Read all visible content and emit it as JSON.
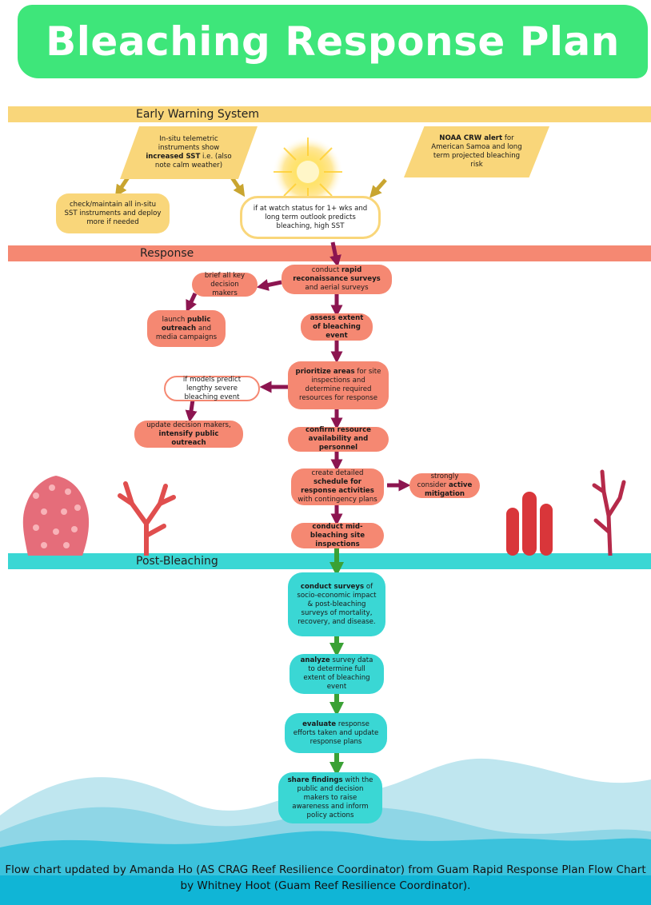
{
  "title": "Bleaching Response Plan",
  "sections": {
    "early_warning": "Early Warning System",
    "response": "Response",
    "post_bleaching": "Post-Bleaching"
  },
  "colors": {
    "title_green": "#3ee67a",
    "warning_yellow": "#f9d67a",
    "response_salmon": "#f58872",
    "post_cyan": "#3ad7d4",
    "arrow_maroon": "#8c1550",
    "arrow_green": "#3aa135",
    "arrow_gold": "#c9a530"
  },
  "nodes": {
    "insitu_instruments": [
      {
        "t": "In-situ telemetric instruments show "
      },
      {
        "t": "increased SST",
        "b": true
      },
      {
        "t": " i.e.  (also note calm weather)"
      }
    ],
    "noaa_alert": [
      {
        "t": "NOAA CRW alert",
        "b": true
      },
      {
        "t": " for American Samoa and long term projected bleaching risk"
      }
    ],
    "check_instruments": [
      {
        "t": "check/maintain all  in-situ SST  instruments and deploy more if needed"
      }
    ],
    "watch_status": [
      {
        "t": "if at watch status for 1+ wks and long term outlook predicts bleaching, high SST"
      }
    ],
    "rapid_recon": [
      {
        "t": "conduct "
      },
      {
        "t": "rapid reconaissance surveys",
        "b": true
      },
      {
        "t": " and aerial surveys"
      }
    ],
    "brief_decision": [
      {
        "t": "brief all key decision makers"
      }
    ],
    "launch_outreach": [
      {
        "t": "launch "
      },
      {
        "t": "public outreach",
        "b": true
      },
      {
        "t": " and media campaigns"
      }
    ],
    "assess_extent": [
      {
        "t": "assess extent of bleaching event",
        "b": true
      }
    ],
    "prioritize_areas": [
      {
        "t": "prioritize areas",
        "b": true
      },
      {
        "t": " for site inspections and determine required resources for response"
      }
    ],
    "models_predict": [
      {
        "t": "if models predict lengthy severe bleaching event"
      }
    ],
    "update_decision": [
      {
        "t": "update decision makers, "
      },
      {
        "t": "intensify public outreach",
        "b": true
      }
    ],
    "confirm_resource": [
      {
        "t": "confirm resource availability and personnel",
        "b": true
      }
    ],
    "create_schedule": [
      {
        "t": "create detailed "
      },
      {
        "t": "schedule for response activities",
        "b": true
      },
      {
        "t": " with contingency plans"
      }
    ],
    "active_mitigation": [
      {
        "t": "strongly consider "
      },
      {
        "t": "active mitigation",
        "b": true
      }
    ],
    "mid_bleaching": [
      {
        "t": "conduct mid-bleaching site inspections",
        "b": true
      }
    ],
    "conduct_surveys": [
      {
        "t": "conduct surveys",
        "b": true
      },
      {
        "t": " of socio-economic impact & post-bleaching surveys of mortality, recovery, and disease."
      }
    ],
    "analyze_data": [
      {
        "t": "analyze",
        "b": true
      },
      {
        "t": " survey data to determine full extent of bleaching event"
      }
    ],
    "evaluate_response": [
      {
        "t": "evaluate",
        "b": true
      },
      {
        "t": " response efforts taken and update response plans"
      }
    ],
    "share_findings": [
      {
        "t": "share findings",
        "b": true
      },
      {
        "t": " with the public and decision makers to raise awareness and inform policy actions"
      }
    ]
  },
  "credit": "Flow chart updated by Amanda Ho (AS CRAG Reef Resilience Coordinator) from Guam Rapid Response Plan Flow Chart by Whitney Hoot (Guam Reef Resilience Coordinator)."
}
